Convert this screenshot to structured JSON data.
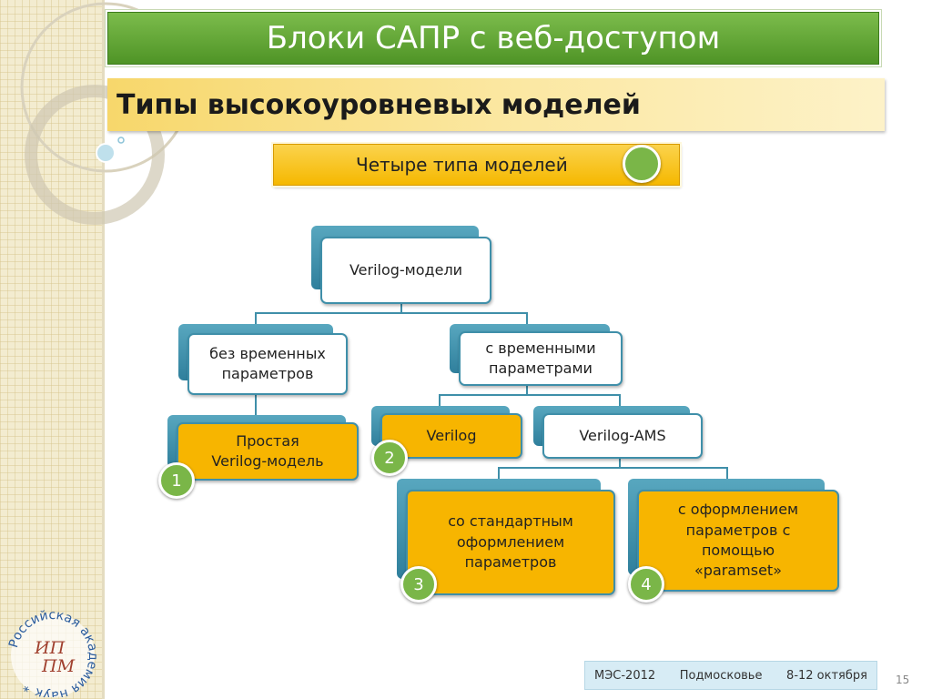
{
  "title": "Блоки САПР с веб-доступом",
  "subtitle": "Типы высокоуровневых моделей",
  "root_tab": "Четыре типа моделей",
  "nodes": {
    "verilog_models": "Verilog-модели",
    "no_timing": "без временных\nпараметров",
    "with_timing": "с временными\nпараметрами",
    "simple_model": "Простая\nVerilog-модель",
    "verilog": "Verilog",
    "verilog_ams": "Verilog-AMS",
    "standard": "со стандартным\nоформлением\nпараметров",
    "paramset": "с оформлением\nпараметров с\nпомощью\n«paramset»"
  },
  "badges": [
    "1",
    "2",
    "3",
    "4"
  ],
  "footer": {
    "event": "МЭС-2012",
    "place": "Подмосковье",
    "dates": "8-12 октября"
  },
  "page_number": "15",
  "emblem": {
    "ring_text": "Российская академия наук *",
    "monogram_top": "ИП",
    "monogram_bottom": "ПМ"
  },
  "colors": {
    "title_green": "#5ea531",
    "node_teal": "#3f8fa9",
    "node_gold": "#f7b500",
    "badge_green": "#7ab648"
  }
}
